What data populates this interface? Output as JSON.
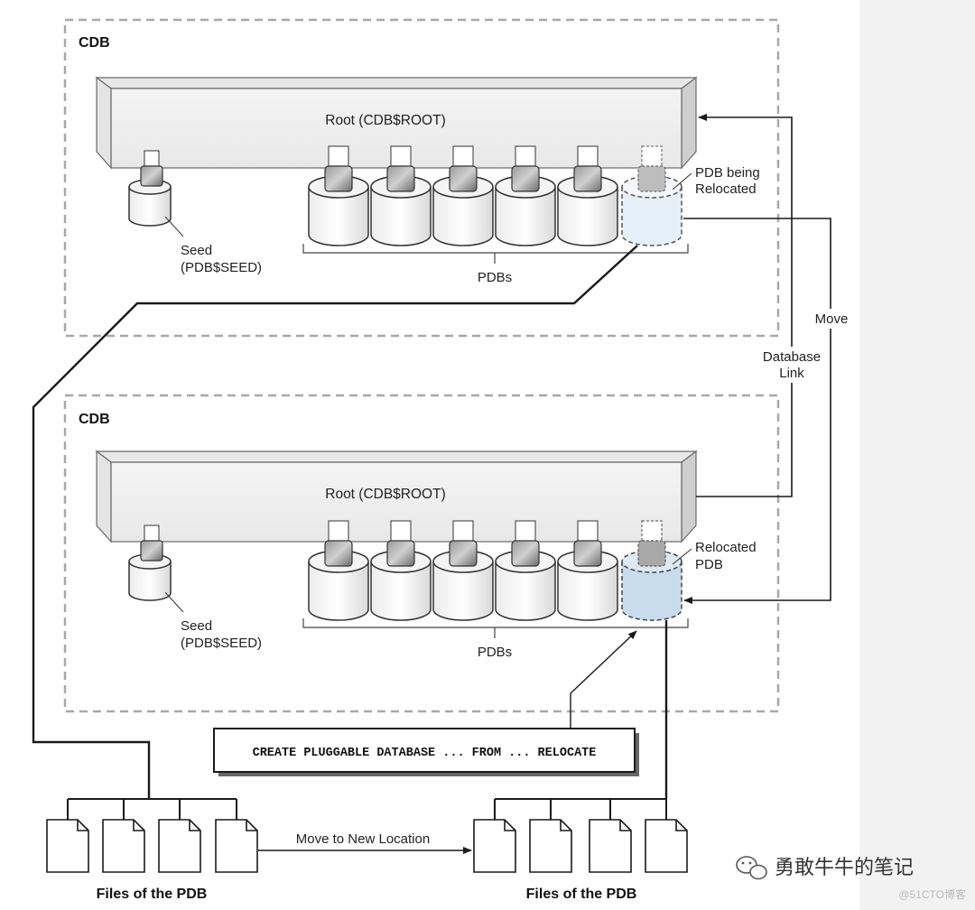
{
  "top_cdb": {
    "label": "CDB",
    "root_label": "Root (CDB$ROOT)",
    "seed_label_line1": "Seed",
    "seed_label_line2": "(PDB$SEED)",
    "pdbs_label": "PDBs",
    "relocating_label_line1": "PDB being",
    "relocating_label_line2": "Relocated"
  },
  "bottom_cdb": {
    "label": "CDB",
    "root_label": "Root (CDB$ROOT)",
    "seed_label_line1": "Seed",
    "seed_label_line2": "(PDB$SEED)",
    "pdbs_label": "PDBs",
    "relocated_label_line1": "Relocated",
    "relocated_label_line2": "PDB"
  },
  "connections": {
    "move_label": "Move",
    "db_link_line1": "Database",
    "db_link_line2": "Link",
    "move_files_label": "Move to New Location"
  },
  "command": {
    "text": "CREATE PLUGGABLE DATABASE ... FROM ... RELOCATE"
  },
  "files": {
    "left_label": "Files of the PDB",
    "right_label": "Files of the PDB"
  },
  "watermark": {
    "brand": "勇敢牛牛的笔记",
    "site": "@51CTO博客"
  },
  "colors": {
    "relocating_fill": "#e6f0f8",
    "relocated_fill": "#c8dced",
    "dashed_border": "#a8a8a8",
    "line": "#1a1a1a"
  }
}
